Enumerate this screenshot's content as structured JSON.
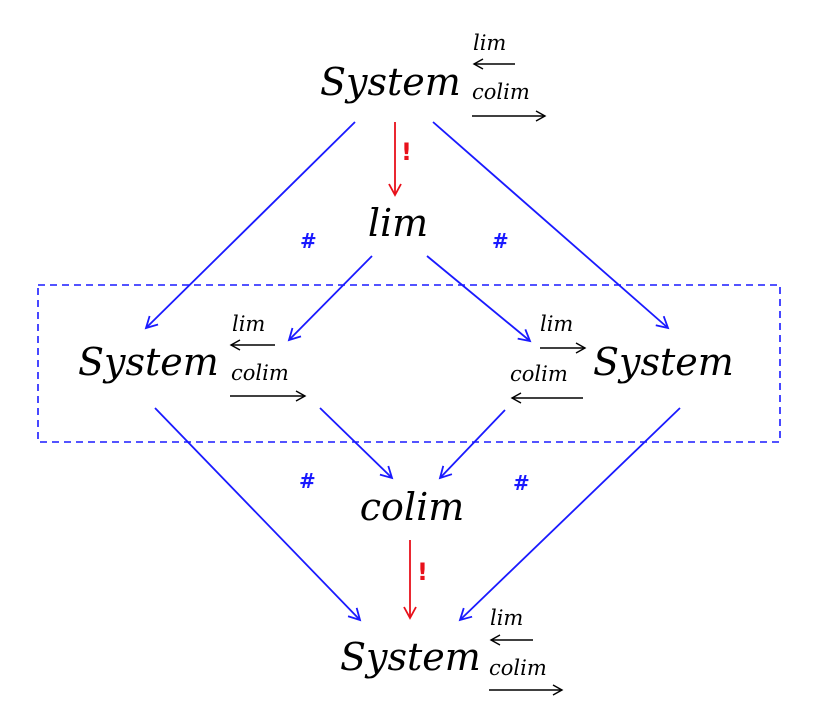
{
  "nodes": {
    "top": {
      "label": "System",
      "upper": "lim",
      "lower": "colim"
    },
    "lim": {
      "label": "lim"
    },
    "left": {
      "label": "System",
      "upper": "lim",
      "lower": "colim"
    },
    "right": {
      "label": "System",
      "upper": "lim",
      "lower": "colim"
    },
    "colim": {
      "label": "colim"
    },
    "bottom": {
      "label": "System",
      "upper": "lim",
      "lower": "colim"
    }
  },
  "marks": {
    "hash": "#",
    "unique": "!"
  },
  "colors": {
    "blue": "#1a1aff",
    "red": "#e8101a",
    "black": "#000000"
  }
}
